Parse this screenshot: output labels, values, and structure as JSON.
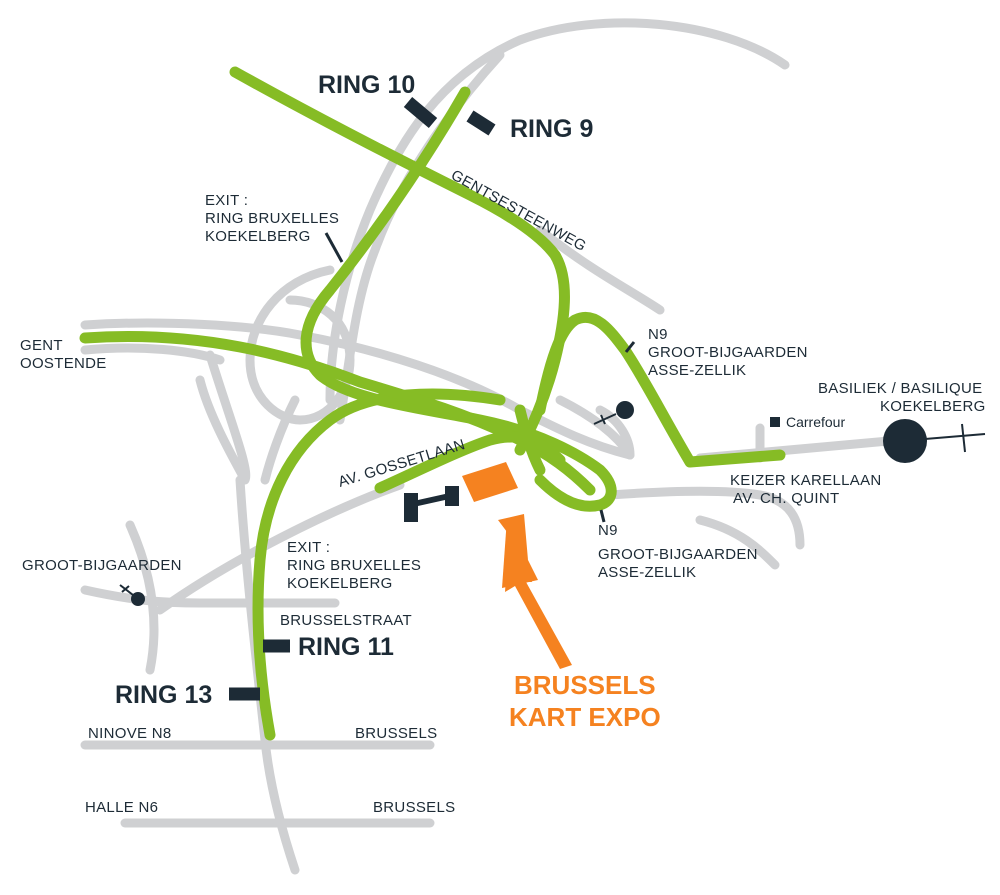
{
  "labels": {
    "ring10": "RING 10",
    "ring9": "RING 9",
    "ring11": "RING 11",
    "ring13": "RING 13",
    "gentsesteenweg": "GENTSESTEENWEG",
    "exit_top": [
      "EXIT :",
      "RING BRUXELLES",
      "KOEKELBERG"
    ],
    "exit_bottom": [
      "EXIT :",
      "RING BRUXELLES",
      "KOEKELBERG"
    ],
    "gent": [
      "GENT",
      "OOSTENDE"
    ],
    "n9_top": [
      "N9",
      "GROOT-BIJGAARDEN",
      "ASSE-ZELLIK"
    ],
    "n9_bottom": [
      "N9",
      "GROOT-BIJGAARDEN",
      "ASSE-ZELLIK"
    ],
    "basiliek": [
      "BASILIEK / BASILIQUE",
      "KOEKELBERG"
    ],
    "carrefour": "Carrefour",
    "keizer": [
      "KEIZER KARELLAAN",
      "AV. CH. QUINT"
    ],
    "gosset": "AV. GOSSETLAAN",
    "groot_left": "GROOT-BIJGAARDEN",
    "brusselstraat": "BRUSSELSTRAAT",
    "ninove": "NINOVE  N8",
    "halle": "HALLE  N6",
    "brussels_1": "BRUSSELS",
    "brussels_2": "BRUSSELS",
    "venue": [
      "BRUSSELS",
      "KART EXPO"
    ]
  },
  "colors": {
    "ring_road": "#86bc25",
    "secondary_road": "#cfd0d2",
    "marker": "#1d2b36",
    "venue": "#f58220"
  }
}
